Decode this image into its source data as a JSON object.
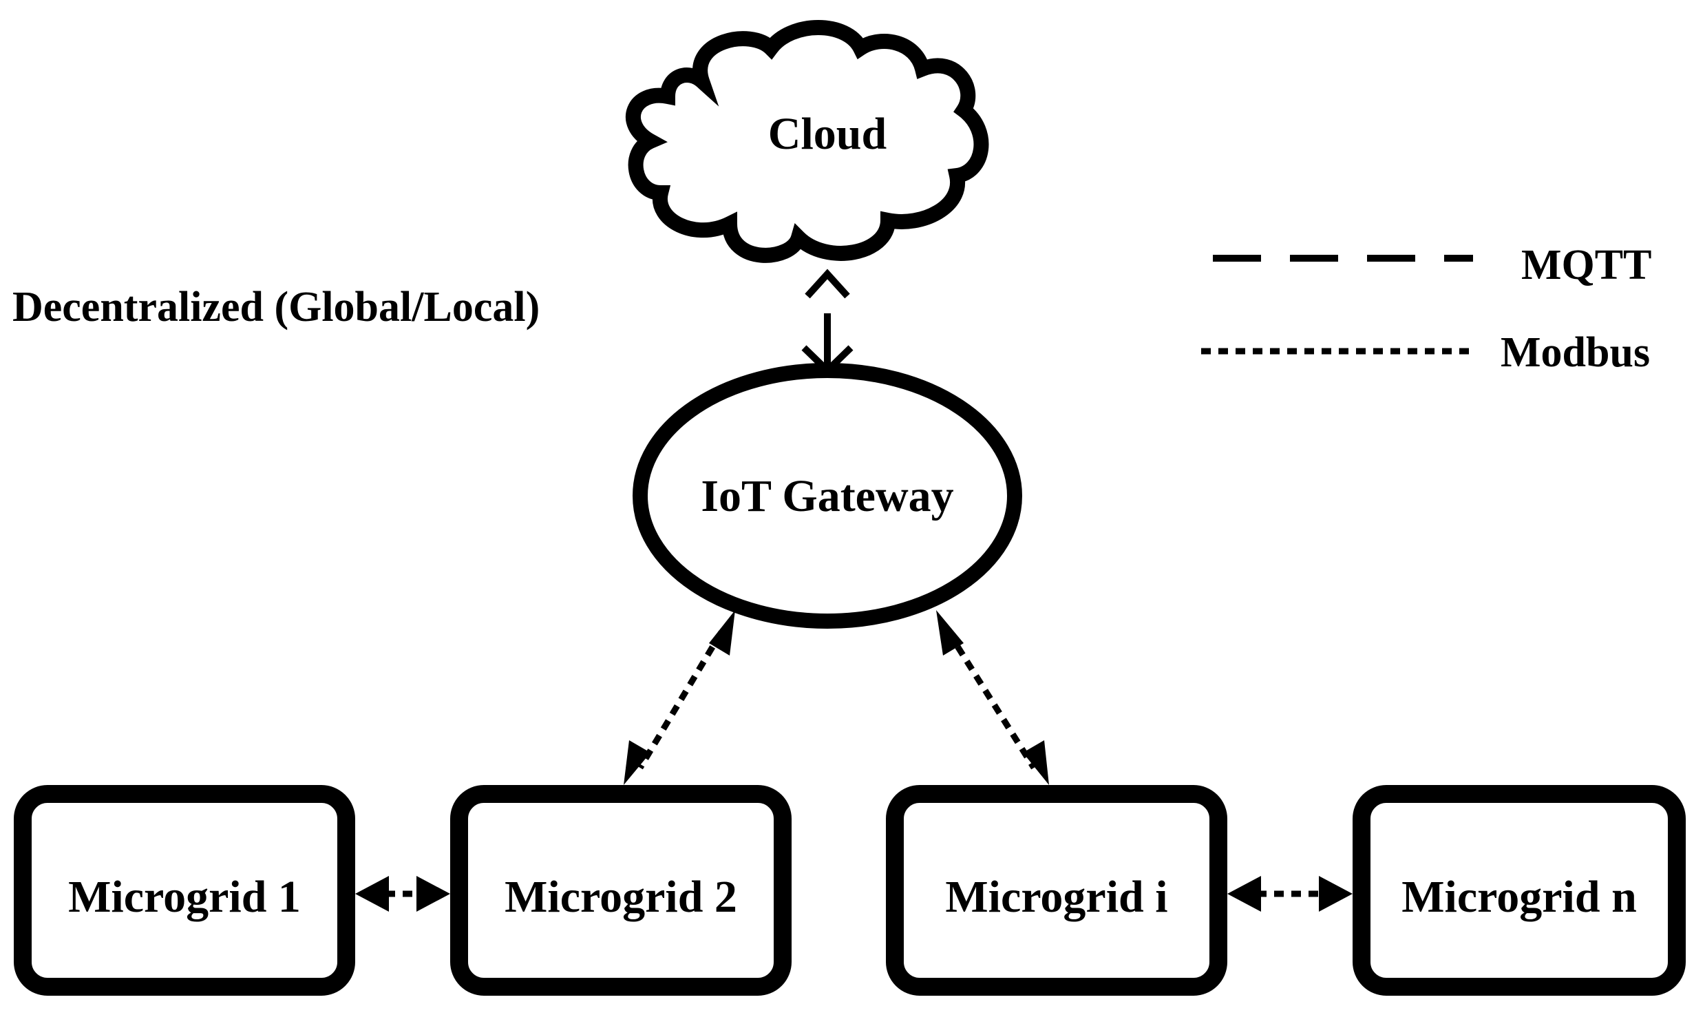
{
  "diagram": {
    "cloud_label": "Cloud",
    "gateway_label": "IoT Gateway",
    "mode_label": "Decentralized (Global/Local)",
    "microgrids": [
      {
        "label": "Microgrid 1"
      },
      {
        "label": "Microgrid 2"
      },
      {
        "label": "Microgrid i"
      },
      {
        "label": "Microgrid n"
      }
    ],
    "legend": {
      "mqtt_label": "MQTT",
      "modbus_label": "Modbus"
    },
    "connections": [
      {
        "from": "Cloud",
        "to": "IoT Gateway",
        "protocol": "MQTT"
      },
      {
        "from": "IoT Gateway",
        "to": "Microgrid 2",
        "protocol": "Modbus"
      },
      {
        "from": "IoT Gateway",
        "to": "Microgrid i",
        "protocol": "Modbus"
      },
      {
        "from": "Microgrid 1",
        "to": "Microgrid 2",
        "protocol": "Modbus"
      },
      {
        "from": "Microgrid i",
        "to": "Microgrid n",
        "protocol": "Modbus"
      }
    ]
  }
}
